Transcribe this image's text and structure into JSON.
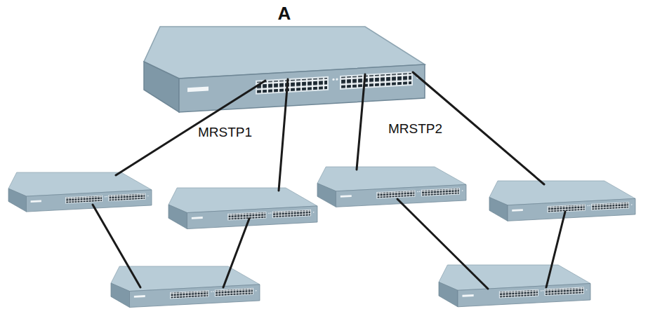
{
  "diagram": {
    "nodes": [
      {
        "text": [
          "A"
        ]
      }
    ],
    "labels": [
      "MRSTP1",
      "MRSTP2"
    ]
  }
}
